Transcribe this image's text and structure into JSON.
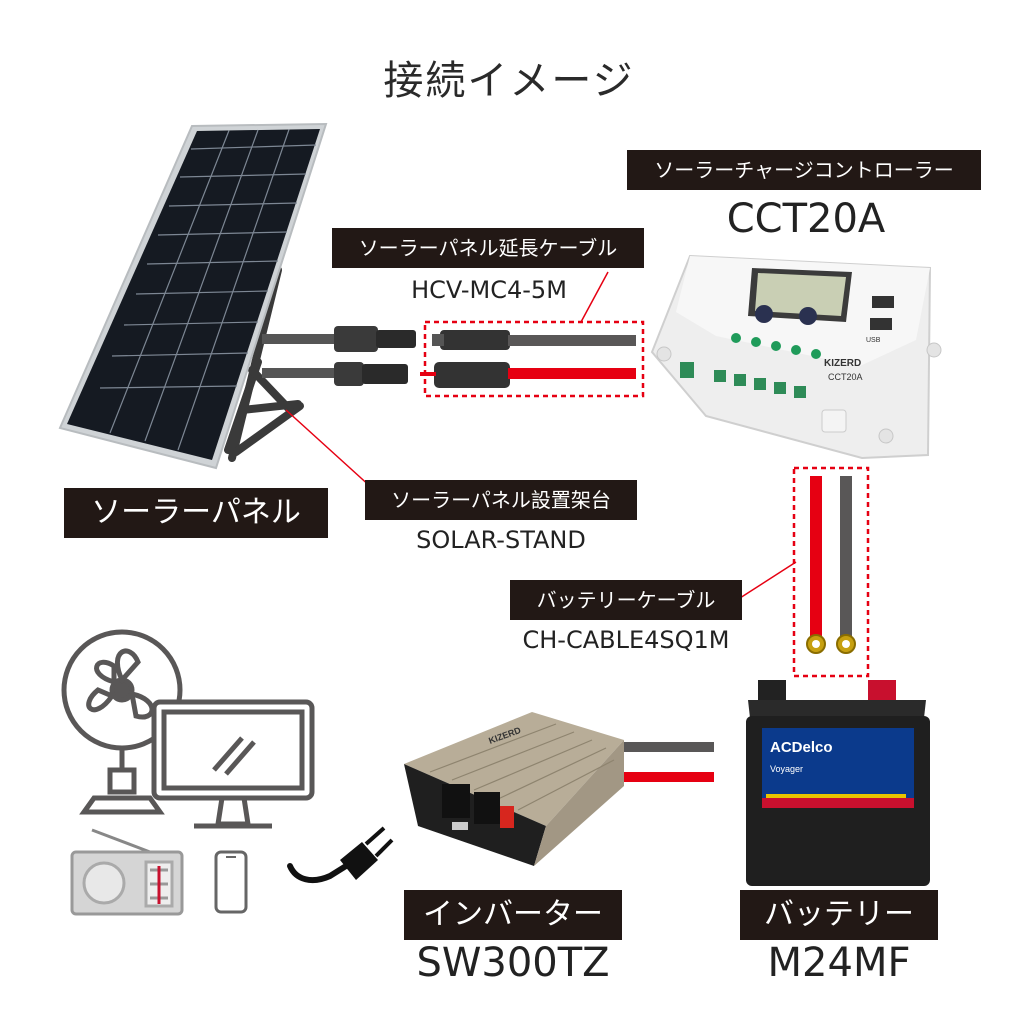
{
  "title": "接続イメージ",
  "components": {
    "controller": {
      "label": "ソーラーチャージコントローラー",
      "model": "CCT20A",
      "brand": "KIZERD",
      "display_text": "CCT20A",
      "port_text": "USB"
    },
    "extension_cable": {
      "label": "ソーラーパネル延長ケーブル",
      "model": "HCV-MC4-5M"
    },
    "solar_panel": {
      "label": "ソーラーパネル"
    },
    "stand": {
      "label": "ソーラーパネル設置架台",
      "model": "SOLAR-STAND"
    },
    "battery_cable": {
      "label": "バッテリーケーブル",
      "model": "CH-CABLE4SQ1M"
    },
    "inverter": {
      "label": "インバーター",
      "model": "SW300TZ",
      "brand": "KIZERD"
    },
    "battery": {
      "label": "バッテリー",
      "model": "M24MF",
      "brand": "ACDelco",
      "subbrand": "Voyager"
    }
  },
  "colors": {
    "tag_bg": "#221815",
    "cable_red": "#e60012",
    "cable_gray": "#595757",
    "highlight": "#e60012"
  },
  "icons": [
    "fan-icon",
    "monitor-icon",
    "radio-icon",
    "smartphone-icon",
    "plug-icon"
  ]
}
